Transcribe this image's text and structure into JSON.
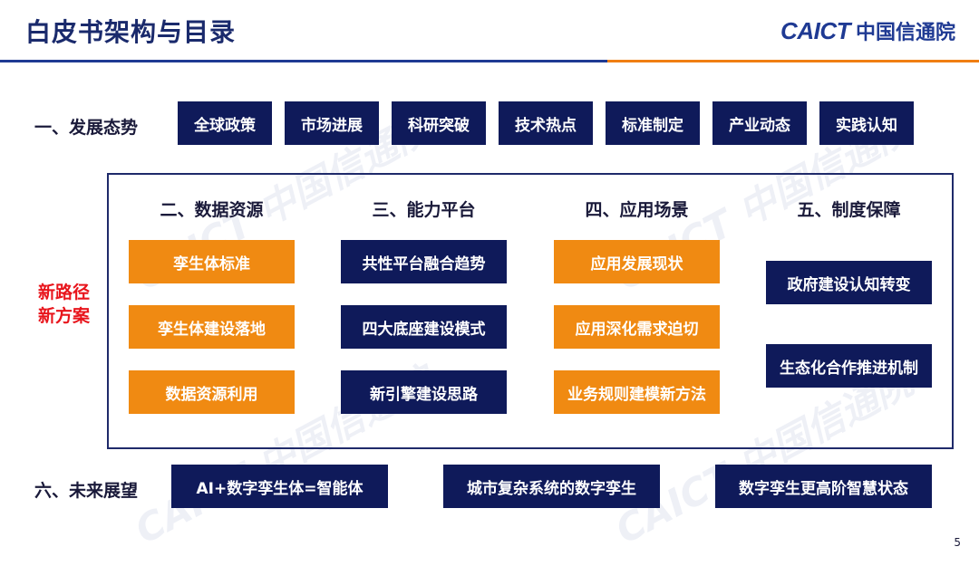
{
  "header": {
    "title": "白皮书架构与目录",
    "logo_brand": "CAICT",
    "logo_cn": "中国信通院"
  },
  "watermark_text": "CAICT 中国信通院",
  "row1": {
    "label": "一、发展态势",
    "items": [
      "全球政策",
      "市场进展",
      "科研突破",
      "技术热点",
      "标准制定",
      "产业动态",
      "实践认知"
    ]
  },
  "side_label": {
    "line1": "新路径",
    "line2": "新方案"
  },
  "columns": [
    {
      "head": "二、数据资源",
      "items": [
        "孪生体标准",
        "孪生体建设落地",
        "数据资源利用"
      ]
    },
    {
      "head": "三、能力平台",
      "items": [
        "共性平台融合趋势",
        "四大底座建设模式",
        "新引擎建设思路"
      ]
    },
    {
      "head": "四、应用场景",
      "items": [
        "应用发展现状",
        "应用深化需求迫切",
        "业务规则建模新方法"
      ]
    },
    {
      "head": "五、制度保障",
      "items": [
        "政府建设认知转变",
        "生态化合作推进机制"
      ]
    }
  ],
  "row6": {
    "label": "六、未来展望",
    "items": [
      "AI+数字孪生体=智能体",
      "城市复杂系统的数字孪生",
      "数字孪生更高阶智慧状态"
    ]
  },
  "page_number": "5",
  "colors": {
    "navy": "#0f1a5a",
    "orange": "#f08a12",
    "accent_red": "#e8141b"
  }
}
